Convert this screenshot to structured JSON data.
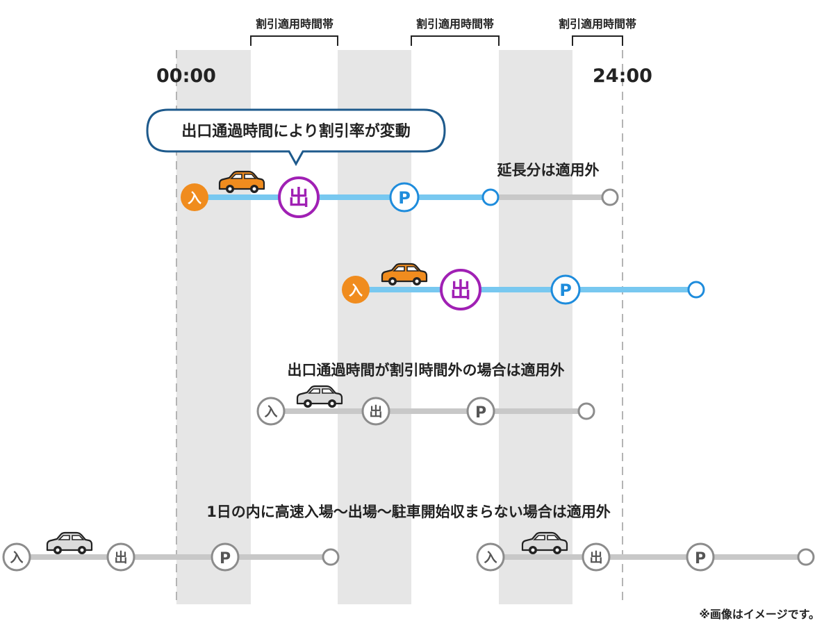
{
  "timeline": {
    "start_label": "00:00",
    "end_label": "24:00",
    "discount_band_label": "割引適用時間帯"
  },
  "annotations": {
    "exit_time_bubble": "出口通過時間により割引率が変動",
    "extension_excluded": "延長分は適用外",
    "exit_outside_excluded": "出口通過時間が割引時間外の場合は適用外",
    "not_within_day_excluded": "1日の内に高速入場〜出場〜駐車開始収まらない場合は適用外",
    "footnote": "※画像はイメージです。"
  },
  "markers": {
    "entry": "入",
    "exit": "出",
    "parking": "P"
  },
  "colors": {
    "band": "#e6e6e6",
    "dashed_line": "#b4b4b4",
    "entry_orange": "#f08c1e",
    "exit_purple": "#a020b4",
    "parking_blue": "#1e8cdc",
    "active_line": "#78c8f0",
    "inactive_gray": "#8c8c8c",
    "inactive_line": "#c8c8c8",
    "bubble_border": "#1e5a8c",
    "car_orange": "#f08c1e",
    "car_gray": "#dcdcdc"
  },
  "icons": {
    "car": "car-icon",
    "end_point": "end-point-icon"
  }
}
